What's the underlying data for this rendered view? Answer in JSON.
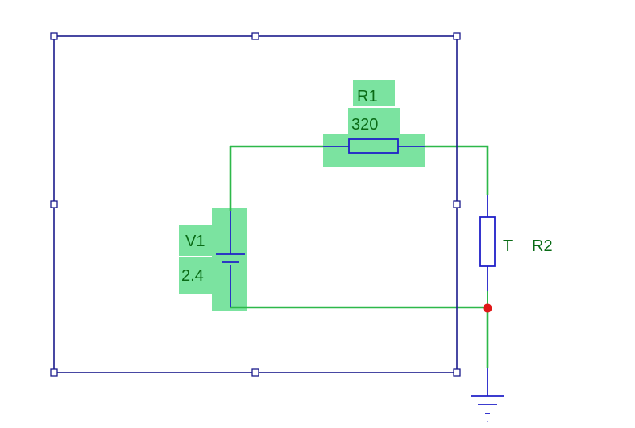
{
  "components": {
    "r1": {
      "designator": "R1",
      "value": "320"
    },
    "v1": {
      "designator": "V1",
      "value": "2.4"
    },
    "r2": {
      "designator": "R2",
      "prefix": "T"
    }
  },
  "colors": {
    "selection_frame": "#1a1a8c",
    "wire_selected": "#2db84a",
    "highlight": "#7be3a0",
    "component_body": "#2020c8",
    "label_text": "#0a6b16",
    "junction": "#e01818"
  }
}
